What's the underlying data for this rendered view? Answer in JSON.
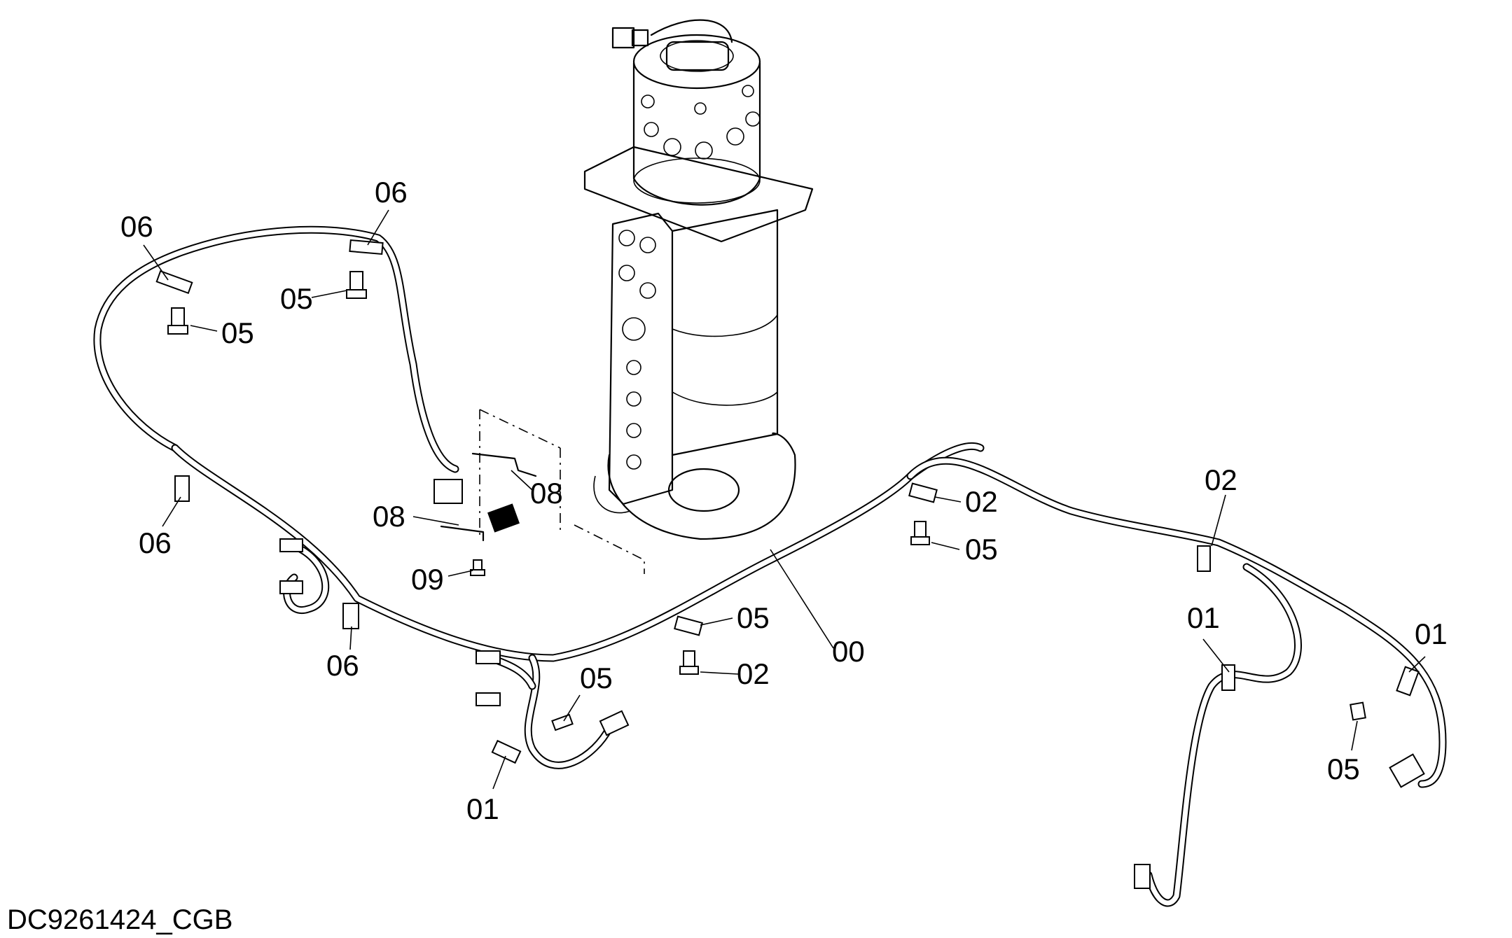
{
  "drawing_id": "DC9261424_CGB",
  "callouts": [
    {
      "text": "06"
    },
    {
      "text": "06"
    },
    {
      "text": "05"
    },
    {
      "text": "05"
    },
    {
      "text": "08"
    },
    {
      "text": "08"
    },
    {
      "text": "09"
    },
    {
      "text": "06"
    },
    {
      "text": "06"
    },
    {
      "text": "02"
    },
    {
      "text": "05"
    },
    {
      "text": "02"
    },
    {
      "text": "05"
    },
    {
      "text": "00"
    },
    {
      "text": "05"
    },
    {
      "text": "01"
    },
    {
      "text": "02"
    },
    {
      "text": "01"
    },
    {
      "text": "01"
    },
    {
      "text": "05"
    }
  ]
}
